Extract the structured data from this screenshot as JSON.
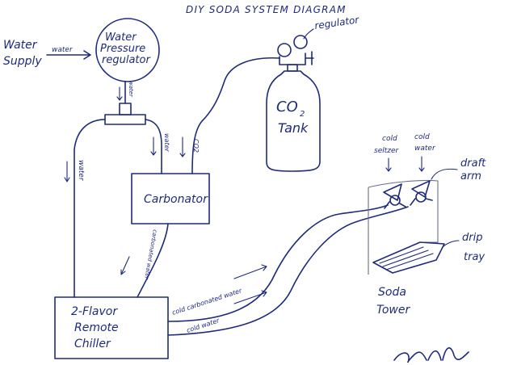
{
  "title": "DIY SODA SYSTEM DIAGRAM",
  "labels": {
    "water_supply": [
      "Water",
      "Supply"
    ],
    "water_arrow": "water",
    "pressure_regulator": [
      "Water",
      "Pressure",
      "regulator"
    ],
    "regulator": "regulator",
    "co2_tank": [
      "CO",
      "2",
      "Tank"
    ],
    "water_down_left": "water",
    "water_small_top": "water",
    "water_small_mid": "water",
    "co2_line": "CO2",
    "carbonator": "Carbonator",
    "carbonated_water_vertical": "carbonated water",
    "chiller": [
      "2-Flavor",
      "Remote",
      "Chiller"
    ],
    "cold_carbonated_water": "cold carbonated water",
    "cold_water": "cold water",
    "cold_seltzer": [
      "cold",
      "seltzer"
    ],
    "cold_water_tap": [
      "cold",
      "water"
    ],
    "draft_arm": [
      "draft",
      "arm"
    ],
    "drip_tray": [
      "drip",
      "tray"
    ],
    "soda_tower": [
      "Soda",
      "Tower"
    ]
  },
  "colors": {
    "ink": "#1f2a7a",
    "paper": "#ffffff"
  }
}
